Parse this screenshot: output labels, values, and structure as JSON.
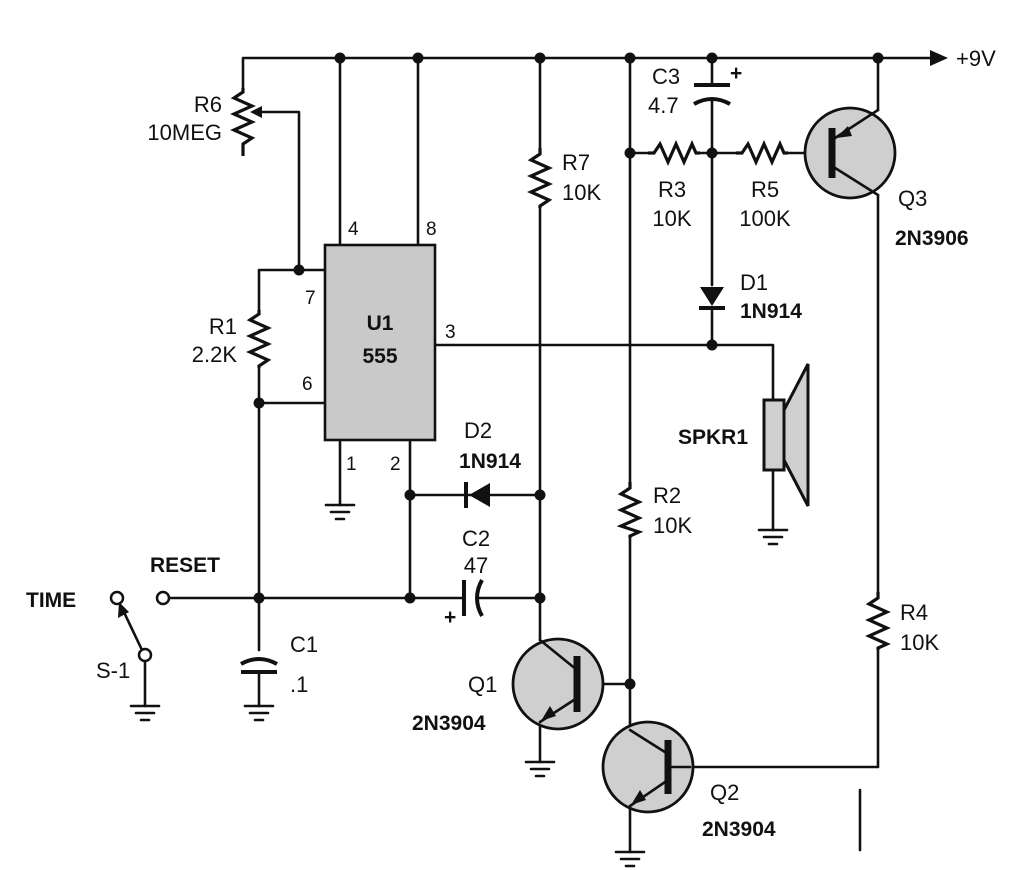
{
  "supply": {
    "label": "+9V"
  },
  "switch": {
    "ref": "S-1",
    "time_label": "TIME",
    "reset_label": "RESET"
  },
  "ic": {
    "ref": "U1",
    "type": "555",
    "pins": {
      "p1": "1",
      "p2": "2",
      "p3": "3",
      "p4": "4",
      "p6": "6",
      "p7": "7",
      "p8": "8"
    }
  },
  "resistors": {
    "r1": {
      "ref": "R1",
      "value": "2.2K"
    },
    "r2": {
      "ref": "R2",
      "value": "10K"
    },
    "r3": {
      "ref": "R3",
      "value": "10K"
    },
    "r4": {
      "ref": "R4",
      "value": "10K"
    },
    "r5": {
      "ref": "R5",
      "value": "100K"
    },
    "r6": {
      "ref": "R6",
      "value": "10MEG"
    },
    "r7": {
      "ref": "R7",
      "value": "10K"
    }
  },
  "capacitors": {
    "c1": {
      "ref": "C1",
      "value": ".1"
    },
    "c2": {
      "ref": "C2",
      "value": "47",
      "polarity": "+"
    },
    "c3": {
      "ref": "C3",
      "value": "4.7",
      "polarity": "+"
    }
  },
  "diodes": {
    "d1": {
      "ref": "D1",
      "part": "1N914"
    },
    "d2": {
      "ref": "D2",
      "part": "1N914"
    }
  },
  "transistors": {
    "q1": {
      "ref": "Q1",
      "part": "2N3904"
    },
    "q2": {
      "ref": "Q2",
      "part": "2N3904"
    },
    "q3": {
      "ref": "Q3",
      "part": "2N3906"
    }
  },
  "speaker": {
    "ref": "SPKR1"
  }
}
